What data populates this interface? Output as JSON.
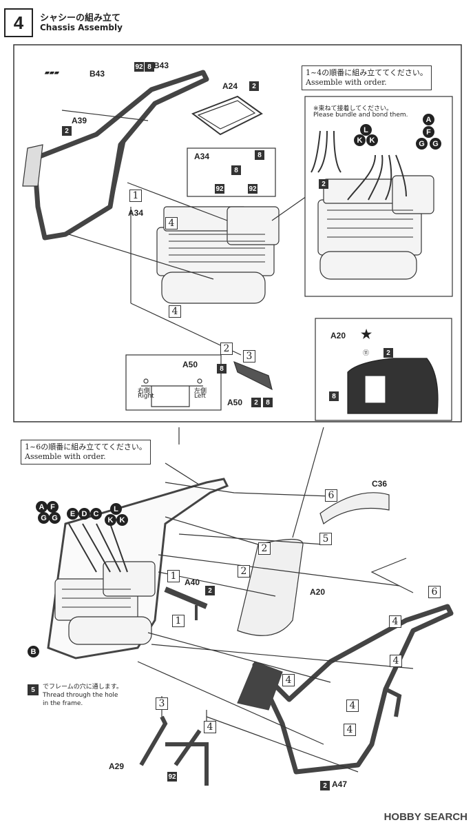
{
  "header": {
    "step_number": "4",
    "title_jp": "シャシーの組み立て",
    "title_en": "Chassis Assembly"
  },
  "notes": {
    "top_order_jp": "1~4の順番に組み立ててください。",
    "top_order_en": "Assemble with order.",
    "bundle_jp": "※束ねて接着してください。",
    "bundle_en": "Please bundle and bond them.",
    "bottom_order_jp": "1~6の順番に組み立ててください。",
    "bottom_order_en": "Assemble with order.",
    "thread_jp": "でフレームの穴に通します。",
    "thread_en1": "Thread through the hole",
    "thread_en2": "in the frame."
  },
  "parts": {
    "b43": "B43",
    "a24": "A24",
    "a39": "A39",
    "a34": "A34",
    "a34_top": "A34",
    "a50": "A50",
    "a50_b": "A50",
    "a20_top": "A20",
    "a20": "A20",
    "c36": "C36",
    "a40": "A40",
    "a29": "A29",
    "a47": "A47",
    "b_wire": "B"
  },
  "sides": {
    "right_jp": "右側",
    "right_en": "Right",
    "left_jp": "左側",
    "left_en": "Left"
  },
  "paint_codes": {
    "c2": "2",
    "c8": "8",
    "c92": "92",
    "c5": "5",
    "c11": "⑪"
  },
  "order_marks": [
    "1",
    "2",
    "3",
    "4",
    "5",
    "6"
  ],
  "wire_letters": {
    "top": [
      "A",
      "L",
      "K",
      "K",
      "F",
      "G",
      "G"
    ],
    "bottom_left": [
      "A",
      "F",
      "G",
      "G"
    ],
    "bottom_mid": [
      "E",
      "D",
      "C"
    ],
    "bottom_right": [
      "L",
      "K",
      "K"
    ]
  },
  "watermark": "HOBBY SEARCH"
}
